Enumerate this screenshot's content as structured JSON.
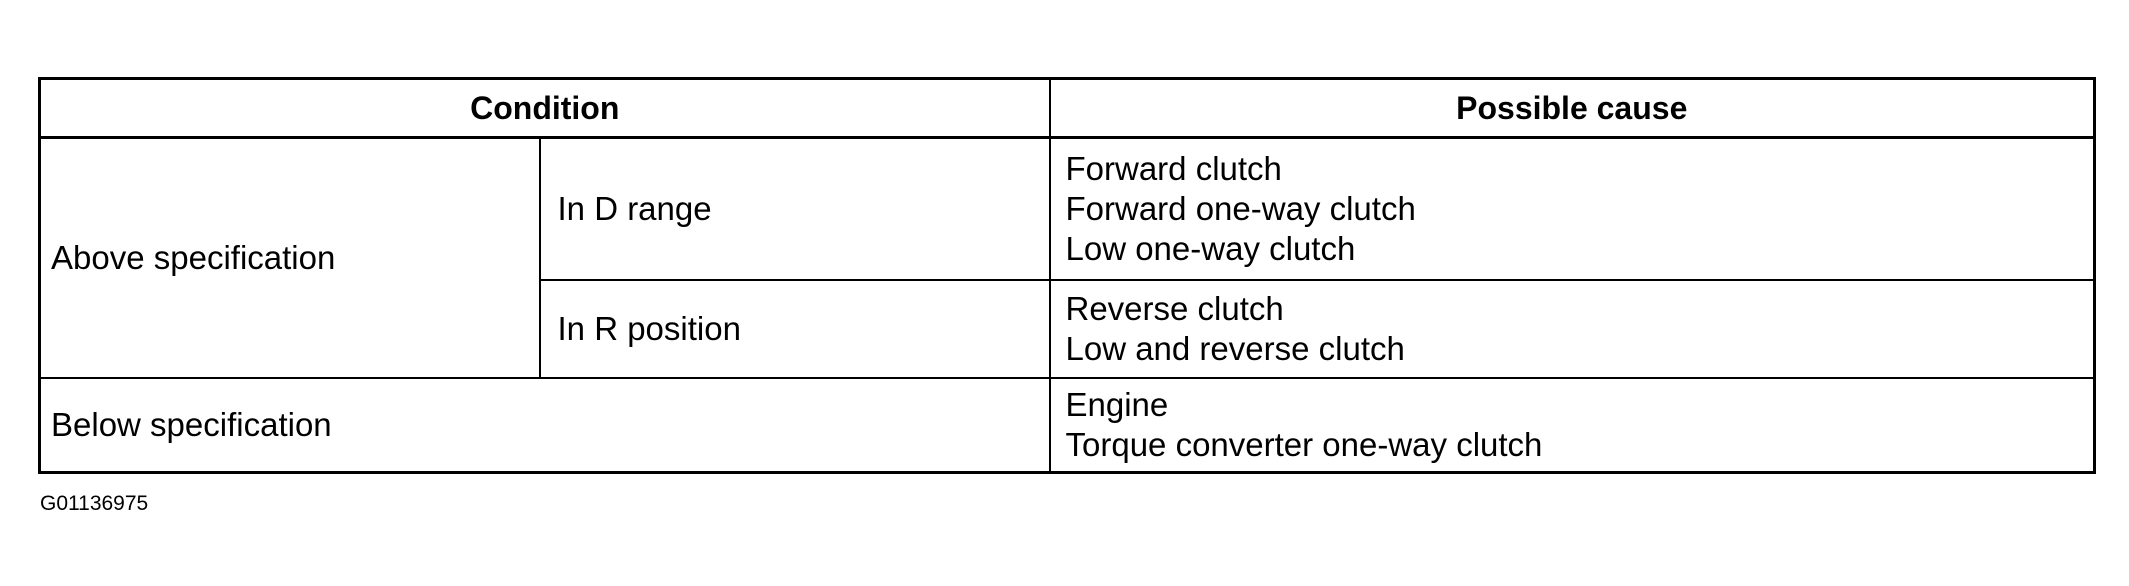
{
  "table": {
    "headers": {
      "condition": "Condition",
      "possible_cause": "Possible cause"
    },
    "rows": [
      {
        "condition": "Above specification",
        "subconditions": [
          {
            "label": "In D range",
            "causes": [
              "Forward clutch",
              "Forward one-way clutch",
              "Low one-way clutch"
            ]
          },
          {
            "label": "In R position",
            "causes": [
              "Reverse clutch",
              "Low and reverse clutch"
            ]
          }
        ]
      },
      {
        "condition": "Below specification",
        "causes": [
          "Engine",
          "Torque converter one-way clutch"
        ]
      }
    ]
  },
  "figure_id": "G01136975"
}
